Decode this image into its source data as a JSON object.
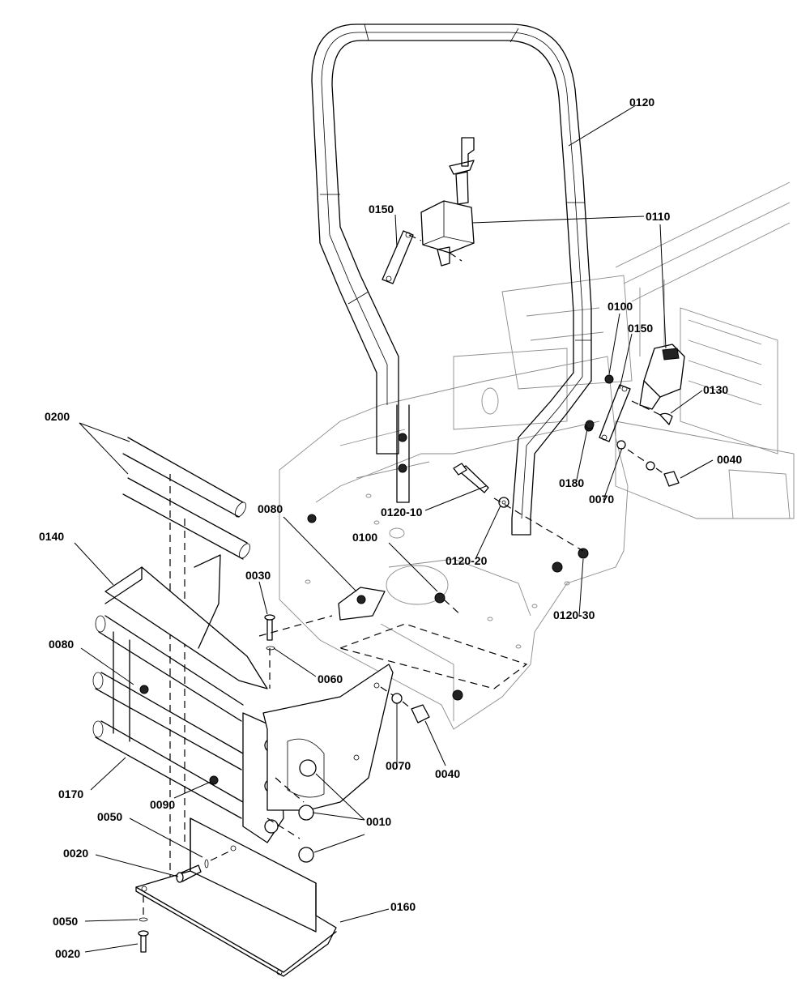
{
  "callouts": [
    {
      "id": "c0120a",
      "text": "0120"
    },
    {
      "id": "c0110",
      "text": "0110"
    },
    {
      "id": "c0150a",
      "text": "0150"
    },
    {
      "id": "c0100a",
      "text": "0100"
    },
    {
      "id": "c0150b",
      "text": "0150"
    },
    {
      "id": "c0130",
      "text": "0130"
    },
    {
      "id": "c0200",
      "text": "0200"
    },
    {
      "id": "c0180",
      "text": "0180"
    },
    {
      "id": "c0070a",
      "text": "0070"
    },
    {
      "id": "c0040a",
      "text": "0040"
    },
    {
      "id": "c0080a",
      "text": "0080"
    },
    {
      "id": "c0120_10",
      "text": "0120-10"
    },
    {
      "id": "c0140",
      "text": "0140"
    },
    {
      "id": "c0100b",
      "text": "0100"
    },
    {
      "id": "c0120_20",
      "text": "0120-20"
    },
    {
      "id": "c0030",
      "text": "0030"
    },
    {
      "id": "c0120_30",
      "text": "0120-30"
    },
    {
      "id": "c0080b",
      "text": "0080"
    },
    {
      "id": "c0060",
      "text": "0060"
    },
    {
      "id": "c0070b",
      "text": "0070"
    },
    {
      "id": "c0040b",
      "text": "0040"
    },
    {
      "id": "c0170",
      "text": "0170"
    },
    {
      "id": "c0090",
      "text": "0090"
    },
    {
      "id": "c0010",
      "text": "0010"
    },
    {
      "id": "c0050a",
      "text": "0050"
    },
    {
      "id": "c0010b",
      "text": "0010"
    },
    {
      "id": "c0020a",
      "text": "0020"
    },
    {
      "id": "c0160",
      "text": "0160"
    },
    {
      "id": "c0050b",
      "text": "0050"
    },
    {
      "id": "c0020b",
      "text": "0020"
    }
  ]
}
